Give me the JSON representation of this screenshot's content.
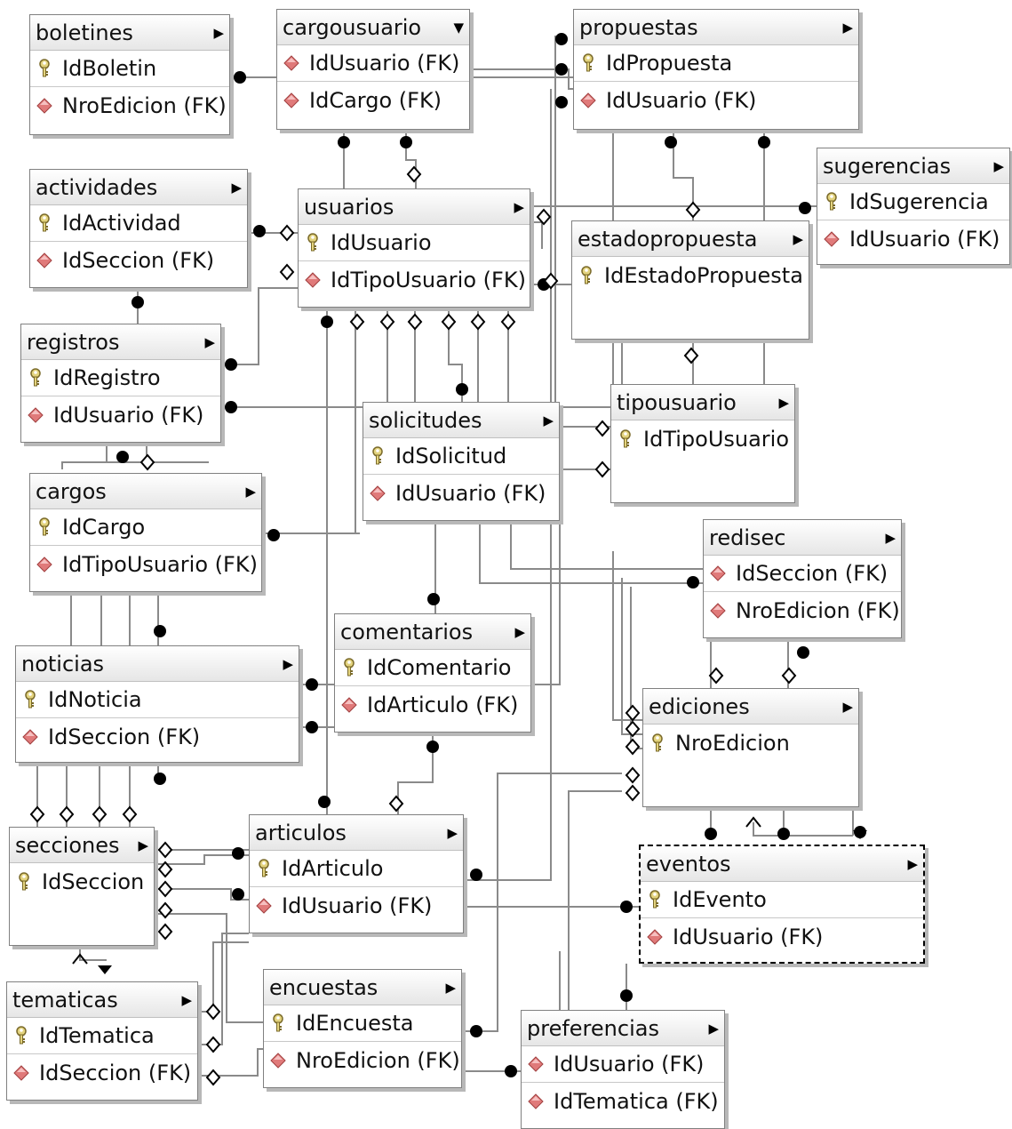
{
  "tables": [
    {
      "id": "boletines",
      "name": "boletines",
      "menu": "▶",
      "cols": [
        {
          "n": "IdBoletin",
          "k": "pk"
        },
        {
          "n": "NroEdicion (FK)",
          "k": "fk"
        }
      ]
    },
    {
      "id": "cargousuario",
      "name": "cargousuario",
      "menu": "▼",
      "cols": [
        {
          "n": "IdUsuario (FK)",
          "k": "fk"
        },
        {
          "n": "IdCargo (FK)",
          "k": "fk"
        }
      ]
    },
    {
      "id": "propuestas",
      "name": "propuestas",
      "menu": "▶",
      "cols": [
        {
          "n": "IdPropuesta",
          "k": "pk"
        },
        {
          "n": "IdUsuario (FK)",
          "k": "fk"
        }
      ]
    },
    {
      "id": "sugerencias",
      "name": "sugerencias",
      "menu": "▶",
      "cols": [
        {
          "n": "IdSugerencia",
          "k": "pk"
        },
        {
          "n": "IdUsuario (FK)",
          "k": "fk"
        }
      ]
    },
    {
      "id": "actividades",
      "name": "actividades",
      "menu": "▶",
      "cols": [
        {
          "n": "IdActividad",
          "k": "pk"
        },
        {
          "n": "IdSeccion (FK)",
          "k": "fk"
        }
      ]
    },
    {
      "id": "usuarios",
      "name": "usuarios",
      "menu": "▶",
      "cols": [
        {
          "n": "IdUsuario",
          "k": "pk"
        },
        {
          "n": "IdTipoUsuario (FK)",
          "k": "fk"
        }
      ]
    },
    {
      "id": "estadopropuesta",
      "name": "estadopropuesta",
      "menu": "▶",
      "cols": [
        {
          "n": "IdEstadoPropuesta",
          "k": "pk"
        }
      ]
    },
    {
      "id": "registros",
      "name": "registros",
      "menu": "▶",
      "cols": [
        {
          "n": "IdRegistro",
          "k": "pk"
        },
        {
          "n": "IdUsuario (FK)",
          "k": "fk"
        }
      ]
    },
    {
      "id": "solicitudes",
      "name": "solicitudes",
      "menu": "▶",
      "cols": [
        {
          "n": "IdSolicitud",
          "k": "pk"
        },
        {
          "n": "IdUsuario (FK)",
          "k": "fk"
        }
      ]
    },
    {
      "id": "tipousuario",
      "name": "tipousuario",
      "menu": "▶",
      "cols": [
        {
          "n": "IdTipoUsuario",
          "k": "pk"
        }
      ]
    },
    {
      "id": "cargos",
      "name": "cargos",
      "menu": "▶",
      "cols": [
        {
          "n": "IdCargo",
          "k": "pk"
        },
        {
          "n": "IdTipoUsuario (FK)",
          "k": "fk"
        }
      ]
    },
    {
      "id": "redisec",
      "name": "redisec",
      "menu": "▶",
      "cols": [
        {
          "n": "IdSeccion (FK)",
          "k": "fk"
        },
        {
          "n": "NroEdicion (FK)",
          "k": "fk"
        }
      ]
    },
    {
      "id": "comentarios",
      "name": "comentarios",
      "menu": "▶",
      "cols": [
        {
          "n": "IdComentario",
          "k": "pk"
        },
        {
          "n": "IdArticulo (FK)",
          "k": "fk"
        }
      ]
    },
    {
      "id": "noticias",
      "name": "noticias",
      "menu": "▶",
      "cols": [
        {
          "n": "IdNoticia",
          "k": "pk"
        },
        {
          "n": "IdSeccion (FK)",
          "k": "fk"
        }
      ]
    },
    {
      "id": "ediciones",
      "name": "ediciones",
      "menu": "▶",
      "cols": [
        {
          "n": "NroEdicion",
          "k": "pk"
        }
      ]
    },
    {
      "id": "secciones",
      "name": "secciones",
      "menu": "▶",
      "cols": [
        {
          "n": "IdSeccion",
          "k": "pk"
        }
      ]
    },
    {
      "id": "articulos",
      "name": "articulos",
      "menu": "▶",
      "cols": [
        {
          "n": "IdArticulo",
          "k": "pk"
        },
        {
          "n": "IdUsuario (FK)",
          "k": "fk"
        }
      ]
    },
    {
      "id": "eventos",
      "name": "eventos",
      "menu": "▶",
      "cols": [
        {
          "n": "IdEvento",
          "k": "pk"
        },
        {
          "n": "IdUsuario (FK)",
          "k": "fk"
        }
      ]
    },
    {
      "id": "tematicas",
      "name": "tematicas",
      "menu": "▶",
      "cols": [
        {
          "n": "IdTematica",
          "k": "pk"
        },
        {
          "n": "IdSeccion (FK)",
          "k": "fk"
        }
      ]
    },
    {
      "id": "encuestas",
      "name": "encuestas",
      "menu": "▶",
      "cols": [
        {
          "n": "IdEncuesta",
          "k": "pk"
        },
        {
          "n": "NroEdicion (FK)",
          "k": "fk"
        }
      ]
    },
    {
      "id": "preferencias",
      "name": "preferencias",
      "menu": "▶",
      "cols": [
        {
          "n": "IdUsuario (FK)",
          "k": "fk"
        },
        {
          "n": "IdTematica (FK)",
          "k": "fk"
        }
      ]
    }
  ],
  "colors": {
    "line": "#8a8a8a",
    "pk_icon": "#d9c56a",
    "fk_icon": "#d66a6a",
    "shadow": "#b8b8b8"
  }
}
